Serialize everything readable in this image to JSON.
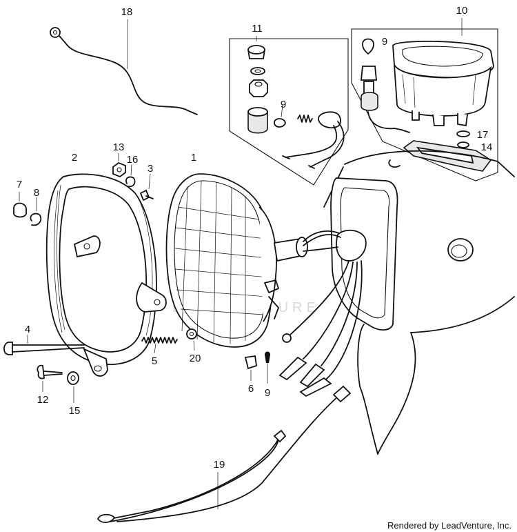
{
  "callouts": {
    "c1": "1",
    "c2": "2",
    "c3": "3",
    "c4": "4",
    "c5": "5",
    "c6": "6",
    "c7": "7",
    "c8": "8",
    "c9a": "9",
    "c9b": "9",
    "c9c": "9",
    "c10": "10",
    "c11": "11",
    "c12": "12",
    "c13": "13",
    "c14": "14",
    "c15": "15",
    "c16": "16",
    "c17": "17",
    "c18": "18",
    "c19": "19",
    "c20": "20"
  },
  "footer": {
    "credit": "Rendered by LeadVenture, Inc."
  },
  "watermark": {
    "text": "LEADVENTURE"
  }
}
